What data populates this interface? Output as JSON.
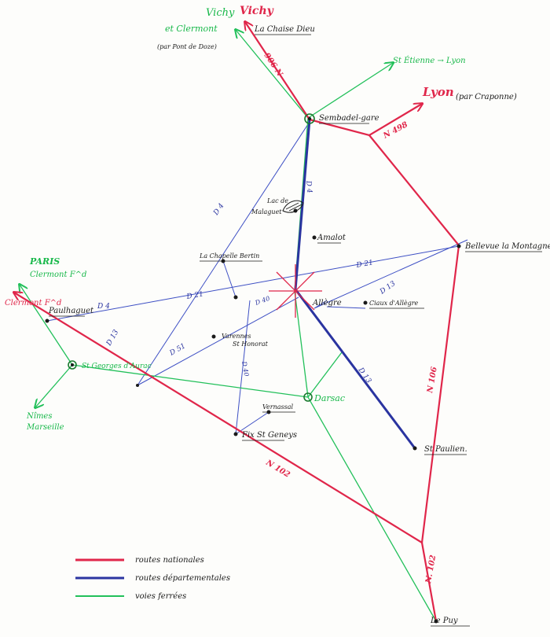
{
  "map": {
    "colors": {
      "nationale": "#e0264a",
      "departementale": "#2a34a0",
      "fer": "#22c05a",
      "text": "#1a1a1a"
    },
    "center": {
      "name": "Allègre"
    },
    "places": {
      "vichy_clermont": {
        "line1": "Vichy",
        "line2": "et Clermont",
        "line3": "(par Pont de Doze)"
      },
      "vichy": "Vichy",
      "chaise_dieu": "La Chaise Dieu",
      "st_etienne_lyon": "St Étienne → Lyon",
      "lyon": "Lyon",
      "lyon_note": "(par Craponne)",
      "sembadel": "Sembadel-gare",
      "lac": {
        "line1": "Lac de",
        "line2": "Malaguet"
      },
      "amalot": "Amalot",
      "chapelle_bertin": "La Chapelle Bertin",
      "bellevue": "Bellevue la Montagne",
      "paris": {
        "line1": "PARIS",
        "line2": "Clermont F^d"
      },
      "clermont_fd": "Clermont F^d",
      "paulhaguet": "Paulhaguet",
      "st_georges": "St Georges d'Aurac",
      "nimes": {
        "line1": "Nîmes",
        "line2": "Marseille"
      },
      "varennes": {
        "line1": "Varennes",
        "line2": "St Honorat"
      },
      "ciaux": "Ciaux d'Allègre",
      "darsac": "Darsac",
      "vernassal": "Vernassal",
      "fix": "Fix St Geneys",
      "st_paulien": "St Paulien.",
      "le_puy": "Le Puy"
    },
    "roads": {
      "n906": "906 N",
      "n498": "N 498",
      "n106": "N 106",
      "n102": "N 102",
      "n102b": "N. 102",
      "d4a": "D 4",
      "d4b": "D 4",
      "d4c": "D 4",
      "d21a": "D 21",
      "d21b": "D 21",
      "d13a": "D 13",
      "d13b": "D 13",
      "d13c": "D 13",
      "d40a": "D 40",
      "d40b": "D 40",
      "d51": "D 51"
    },
    "legend": [
      {
        "label": "routes nationales",
        "color": "#e0264a"
      },
      {
        "label": "routes départementales",
        "color": "#2a34a0"
      },
      {
        "label": "voies ferrées",
        "color": "#22c05a"
      }
    ]
  }
}
